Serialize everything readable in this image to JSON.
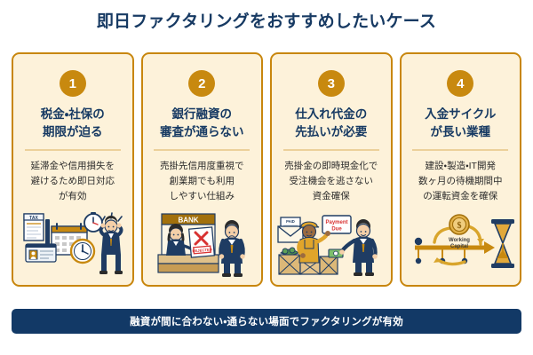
{
  "page": {
    "title": "即日ファクタリングをおすすめしたいケース",
    "background_color": "#ffffff"
  },
  "colors": {
    "title_navy": "#173a63",
    "card_bg": "#fdf2da",
    "card_border": "#c8860d",
    "badge": "#c8890f",
    "divider": "#ecd09a",
    "body_text": "#2b2b2b",
    "banner_bg": "#123966",
    "banner_text": "#ffffff"
  },
  "cards": [
    {
      "number": "1",
      "heading": "税金・社保の\n期限が迫る",
      "heading_line1": "税金・社保の",
      "heading_line2": "期限が迫る",
      "body": "延滞金や信用損失を\n避けるため即日対応\nが有効",
      "body_line1": "延滞金や信用損失を",
      "body_line2": "避けるため即日対応",
      "body_line3": "が有効",
      "illustration": "tax-deadline-illustration",
      "illustration_labels": [
        "TAX"
      ],
      "illustration_items": [
        "tax-document-icon",
        "calendar-icon",
        "red-x-mark-icon",
        "stopwatch-icon",
        "clock-icon",
        "stressed-businessman-icon",
        "id-card-icon"
      ]
    },
    {
      "number": "2",
      "heading": "銀行融資の\n審査が通らない",
      "heading_line1": "銀行融資の",
      "heading_line2": "審査が通らない",
      "body": "売掛先信用度重視で\n創業期でも利用\nしやすい仕組み",
      "body_line1": "売掛先信用度重視で",
      "body_line2": "創業期でも利用",
      "body_line3": "しやすい仕組み",
      "illustration": "bank-rejection-illustration",
      "illustration_labels": [
        "BANK",
        "REJECTED"
      ],
      "illustration_items": [
        "bank-counter-icon",
        "bank-teller-icon",
        "rejected-document-icon",
        "red-x-mark-icon",
        "disappointed-man-icon"
      ]
    },
    {
      "number": "3",
      "heading": "仕入れ代金の\n先払いが必要",
      "heading_line1": "仕入れ代金の",
      "heading_line2": "先払いが必要",
      "body": "売掛金の即時現金化で\n受注機会を逃さない\n資金確保",
      "body_line1": "売掛金の即時現金化で",
      "body_line2": "受注機会を逃さない",
      "body_line3": "資金確保",
      "illustration": "supplier-prepayment-illustration",
      "illustration_labels": [
        "PAID",
        "Payment Due"
      ],
      "illustration_items": [
        "envelope-icon",
        "paid-document-icon",
        "warehouse-worker-icon",
        "cash-icon",
        "payment-due-sign-icon",
        "businessman-icon",
        "crates-icon"
      ]
    },
    {
      "number": "4",
      "heading": "入金サイクル\nが長い業種",
      "heading_line1": "入金サイクル",
      "heading_line2": "が長い業種",
      "body": "建設・製造・IT開発\n数ヶ月の待機期間中\nの運転資金を確保",
      "body_line1": "建設・製造・IT開発",
      "body_line2": "数ヶ月の待機期間中",
      "body_line3": "の運転資金を確保",
      "illustration": "long-payment-cycle-illustration",
      "illustration_labels": [
        "Working",
        "Capital",
        "$"
      ],
      "illustration_items": [
        "timeline-icon",
        "milestone-dot-icon",
        "working-capital-coin-icon",
        "circular-arrow-icon",
        "hourglass-icon"
      ]
    }
  ],
  "banner": {
    "text": "融資が間に合わない・通らない場面でファクタリングが有効"
  }
}
